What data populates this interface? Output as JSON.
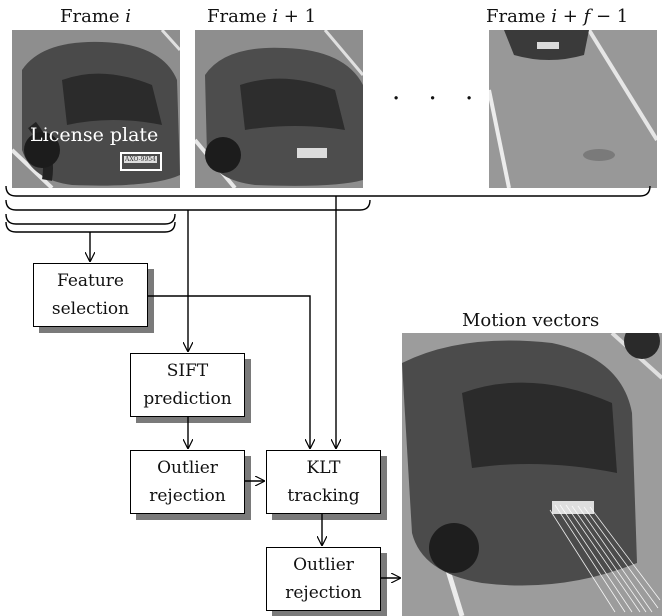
{
  "frames": [
    {
      "prefix": "Frame ",
      "var": "i",
      "suffix": ""
    },
    {
      "prefix": "Frame ",
      "var": "i",
      "suffix": " + 1"
    },
    {
      "prefix": "Frame ",
      "var": "i",
      "suffix": " + ",
      "var2": "f",
      "suffix2": " − 1"
    }
  ],
  "ellipsis": "· · ·",
  "license_plate_label": "License plate",
  "plate_text": "AXO-9954",
  "boxes": {
    "feature_selection": [
      "Feature",
      "selection"
    ],
    "sift_prediction": [
      "SIFT",
      "prediction"
    ],
    "outlier_rejection_1": [
      "Outlier",
      "rejection"
    ],
    "klt_tracking": [
      "KLT",
      "tracking"
    ],
    "outlier_rejection_2": [
      "Outlier",
      "rejection"
    ]
  },
  "motion_vectors_title": "Motion vectors"
}
